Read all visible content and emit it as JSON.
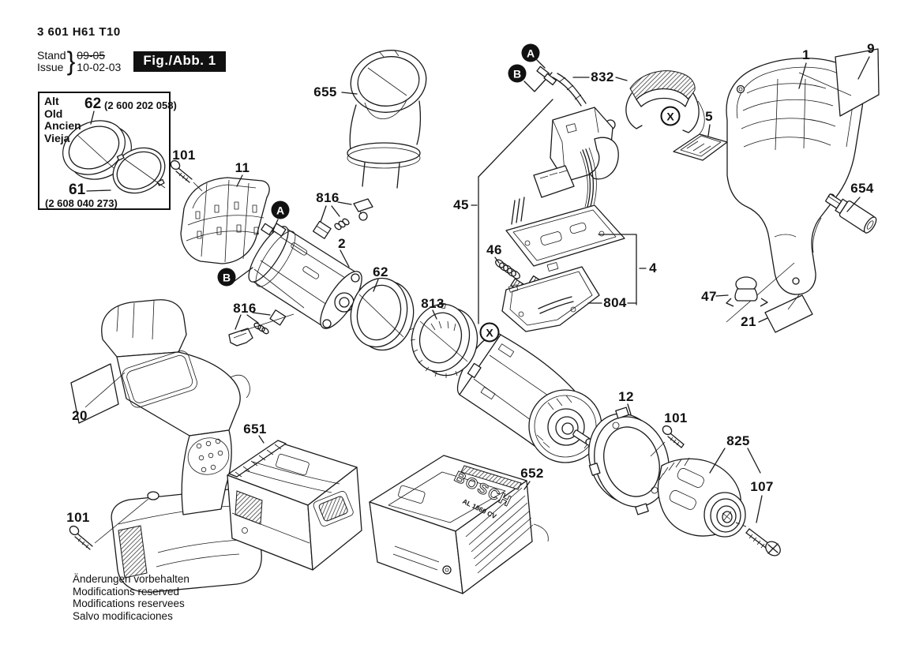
{
  "header": {
    "type_number": "3 601 H61 T10",
    "stand_label": "Stand",
    "issue_label": "Issue",
    "brace": "}",
    "superseded_date": "09-05",
    "issue_date": "10-02-03",
    "figure_label": "Fig./Abb. 1"
  },
  "inset": {
    "legend": [
      "Alt",
      "Old",
      "Ancien",
      "Vieja"
    ],
    "new_ref": "62",
    "new_code": "(2 600 202 058)",
    "old_ref": "61",
    "old_code": "(2 608 040 273)"
  },
  "markers": {
    "a": "A",
    "b": "B",
    "x": "X"
  },
  "callouts": {
    "p655": "655",
    "p832": "832",
    "p5": "5",
    "p1": "1",
    "p9": "9",
    "p654": "654",
    "p45": "45",
    "p46": "46",
    "p804": "804",
    "p4": "4",
    "p47": "47",
    "p21": "21",
    "p101a": "101",
    "p11": "11",
    "p816a": "816",
    "p2": "2",
    "p816b": "816",
    "p62": "62",
    "p813": "813",
    "p12": "12",
    "p101b": "101",
    "p825": "825",
    "p107": "107",
    "p20": "20",
    "p651": "651",
    "p652": "652",
    "p101c": "101"
  },
  "charger": {
    "brand": "BOSCH",
    "model": "AL 1860 CV"
  },
  "footer": {
    "lines": [
      "Änderungen vorbehalten",
      "Modifications reserved",
      "Modifications reservees",
      "Salvo modificaciones"
    ]
  }
}
